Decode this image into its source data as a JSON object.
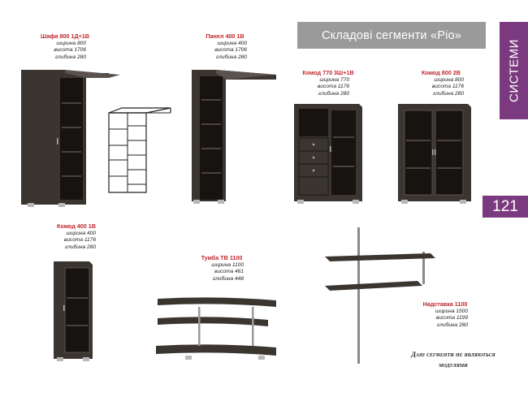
{
  "header": {
    "banner": "Складові сегменти «Ріо»"
  },
  "side_tab": {
    "label": "СИСТЕМИ"
  },
  "page_number": "121",
  "products": [
    {
      "title": "Шафа 800 1Д+1В",
      "specs": [
        "ширина 800",
        "висота 1706",
        "глибина 280"
      ]
    },
    {
      "title": "Панел 400 1В",
      "specs": [
        "ширина 400",
        "висота 1706",
        "глибина 280"
      ]
    },
    {
      "title": "Комод 770 3Ш+1В",
      "specs": [
        "ширина 770",
        "висота 1176",
        "глибина 280"
      ]
    },
    {
      "title": "Комод 800 2В",
      "specs": [
        "ширина 800",
        "висота 1176",
        "глибина 280"
      ]
    },
    {
      "title": "Комод 400 1В",
      "specs": [
        "ширина 400",
        "висота 1176",
        "глибина 280"
      ]
    },
    {
      "title": "Тумба ТВ 1100",
      "specs": [
        "ширина 1100",
        "висота 461",
        "глибина 448"
      ]
    },
    {
      "title": "Надставка 1100",
      "specs": [
        "ширина 1500",
        "висота 1199",
        "глибина 280"
      ]
    }
  ],
  "note": {
    "line1": "Дані сегменти не являються",
    "line2": "модулями"
  },
  "colors": {
    "wood": "#3b3530",
    "wood_dark": "#2a2522",
    "accent": "#7b3a7f",
    "title": "#c0272d",
    "banner": "#9a9a9a"
  }
}
